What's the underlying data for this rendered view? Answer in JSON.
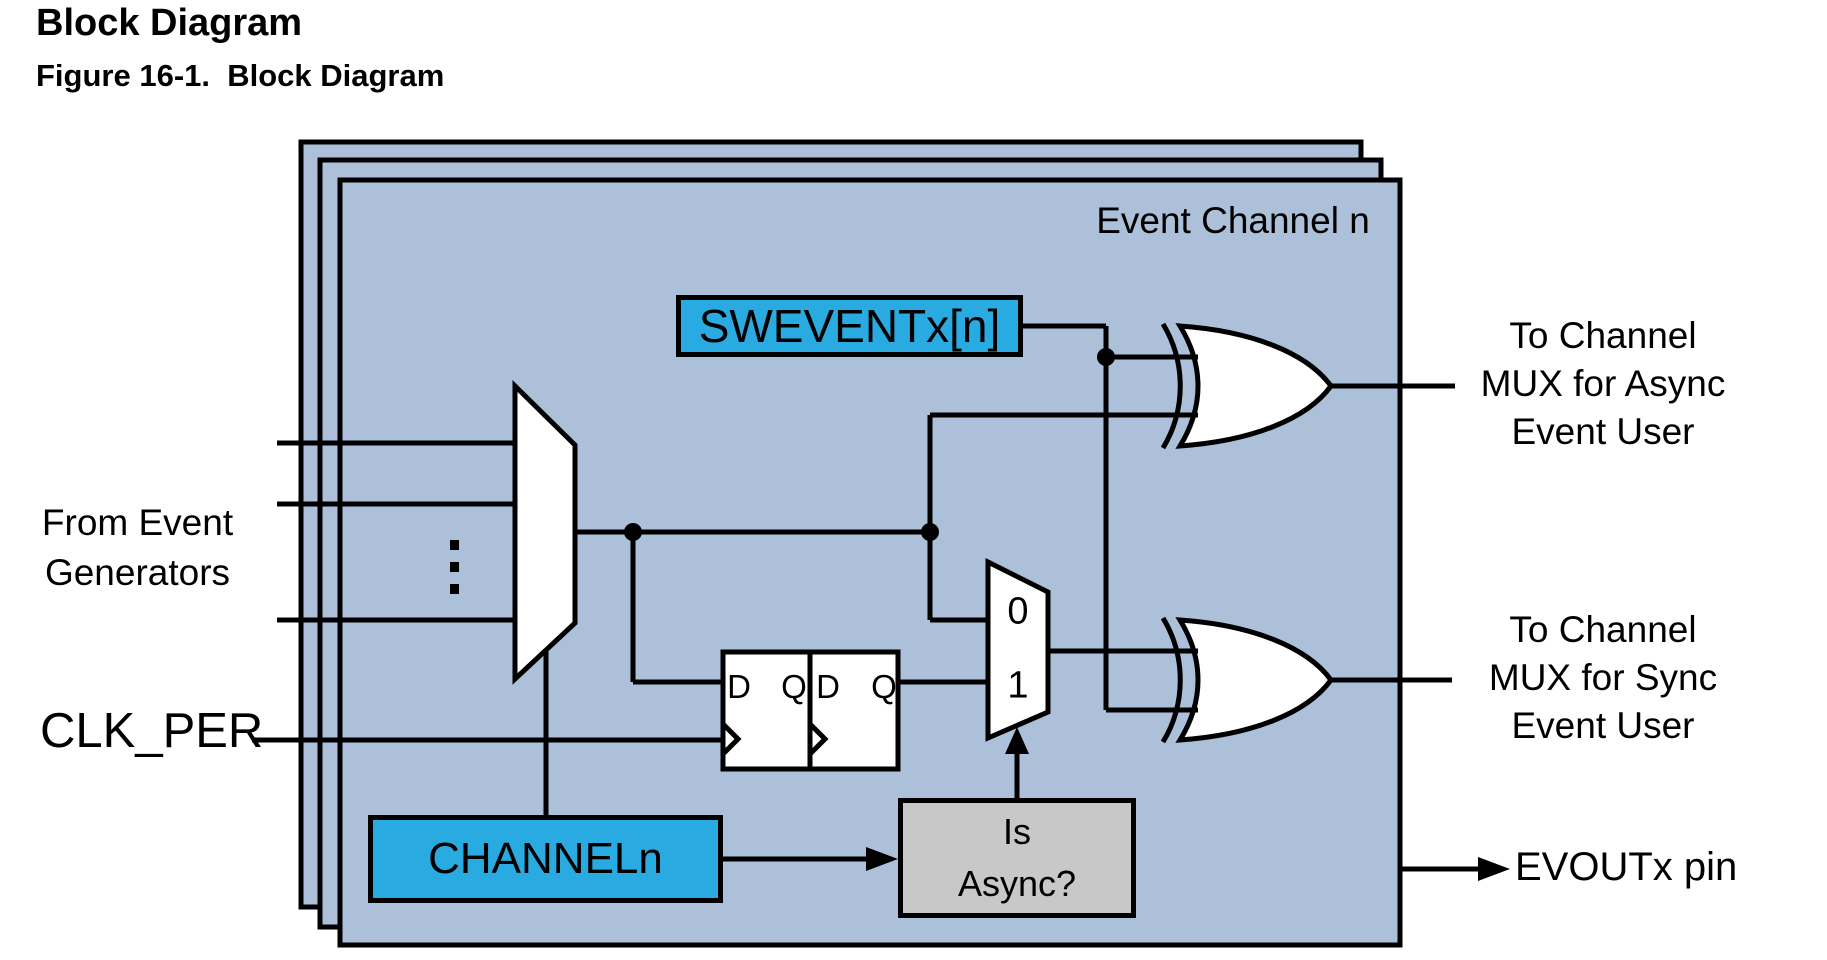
{
  "page": {
    "title": "Block Diagram",
    "figure_caption": "Figure 16-1.  Block Diagram"
  },
  "diagram": {
    "channel_frame_label": "Event Channel n",
    "blocks": {
      "swevent": "SWEVENTx[n]",
      "channel": "CHANNELn",
      "is_async_line1": "Is",
      "is_async_line2": "Async?"
    },
    "flipflop": {
      "d": "D",
      "q": "Q"
    },
    "mux": {
      "input0": "0",
      "input1": "1"
    },
    "icons": {
      "vertical_ellipsis_icon": "⋮"
    },
    "labels": {
      "from_event_line1": "From Event",
      "from_event_line2": "Generators",
      "clk": "CLK_PER",
      "async_out_line1": "To Channel",
      "async_out_line2": "MUX for Async",
      "async_out_line3": "Event User",
      "sync_out_line1": "To Channel",
      "sync_out_line2": "MUX for Sync",
      "sync_out_line3": "Event User",
      "evout": "EVOUTx pin"
    },
    "colors": {
      "frame_fill": "#adc0d9",
      "register_fill": "#29abe2",
      "logic_box_fill": "#c8c8c8",
      "line": "#000000",
      "component_fill": "#ffffff"
    }
  }
}
